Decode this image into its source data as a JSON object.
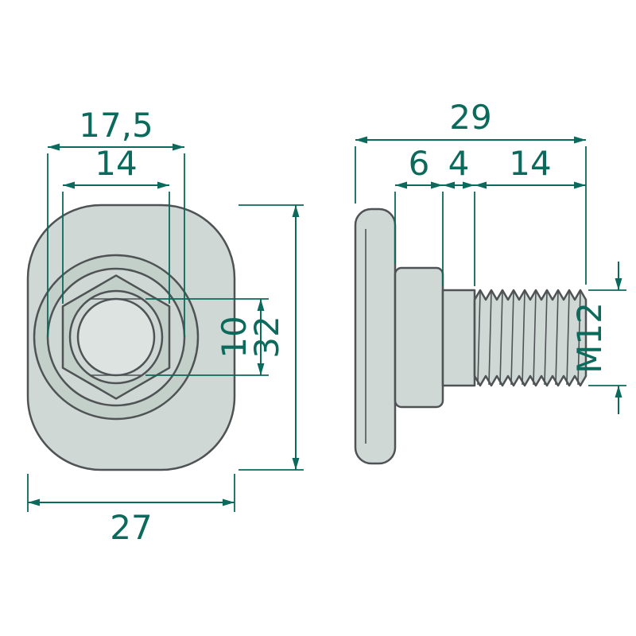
{
  "drawing": {
    "title": "fastener-technical-drawing",
    "views": {
      "front": {
        "dimensions": {
          "head_diameter": "17,5",
          "hex_across_flats": "14",
          "neck_square": "10",
          "plate_height": "32",
          "plate_width": "27"
        }
      },
      "side": {
        "dimensions": {
          "total_length": "29",
          "head_length": "6",
          "shank_length": "4",
          "thread_length": "14",
          "thread_spec": "M12"
        }
      }
    },
    "colors": {
      "dimension": "#0b6a5b",
      "outline": "#4f5355",
      "fill_base": "#cfd8d4",
      "fill_shade": "#c3cfc9",
      "fill_light": "#dde3e0",
      "background": "#ffffff"
    }
  }
}
